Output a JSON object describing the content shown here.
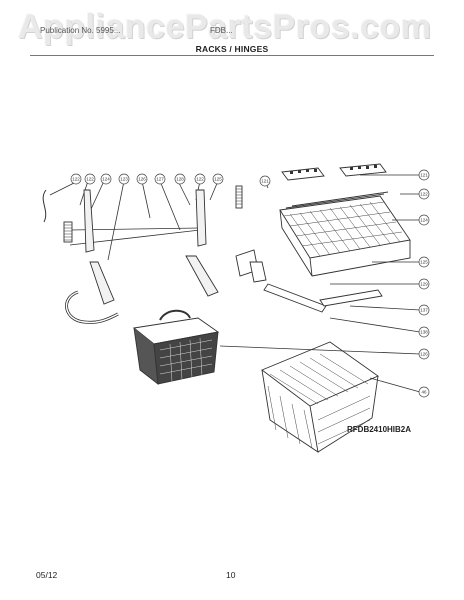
{
  "watermark": "AppliancePartsPros.com",
  "header": {
    "left_text": "Publication No. 5995...",
    "right_text": "FDB...",
    "section_title": "RACKS / HINGES"
  },
  "diagram_ref": "RFDB2410HIB2A",
  "footer": {
    "date": "05/12",
    "page": "10"
  },
  "callouts": [
    "122",
    "122",
    "124",
    "123",
    "126",
    "127",
    "128",
    "122",
    "125",
    "121",
    "121",
    "122",
    "124",
    "125",
    "129",
    "137",
    "138",
    "126",
    "46"
  ],
  "colors": {
    "line": "#333333",
    "callout": "#444444",
    "watermark": "#e9e9e9"
  }
}
